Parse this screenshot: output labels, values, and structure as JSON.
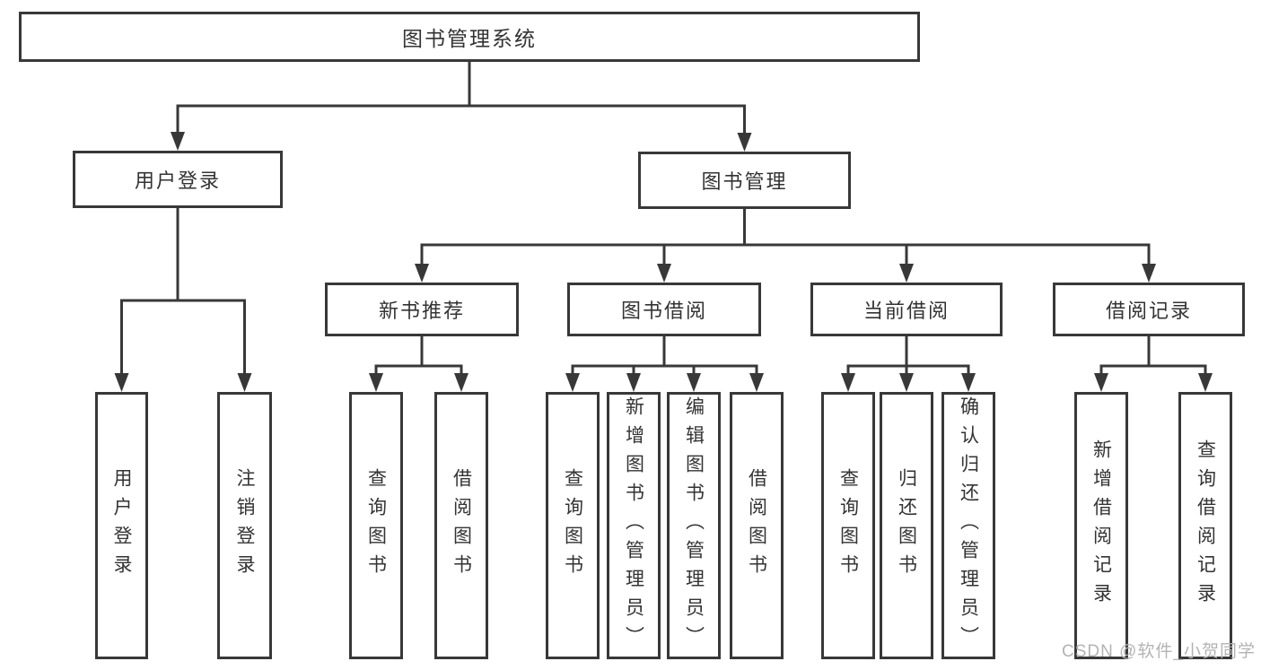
{
  "title": "图书管理系统",
  "nodes": [
    {
      "id": "root",
      "name": "library-management-system",
      "label": "图书管理系统",
      "parent": null
    },
    {
      "id": "login",
      "name": "user-login",
      "label": "用户登录",
      "parent": "root"
    },
    {
      "id": "mgmt",
      "name": "book-management",
      "label": "图书管理",
      "parent": "root"
    },
    {
      "id": "rec",
      "name": "new-book-recommend",
      "label": "新书推荐",
      "parent": "mgmt"
    },
    {
      "id": "bor",
      "name": "book-borrowing",
      "label": "图书借阅",
      "parent": "mgmt"
    },
    {
      "id": "cur",
      "name": "current-borrowing",
      "label": "当前借阅",
      "parent": "mgmt"
    },
    {
      "id": "recd",
      "name": "borrowing-records",
      "label": "借阅记录",
      "parent": "mgmt"
    },
    {
      "id": "ul",
      "name": "user-login-action",
      "label": "用户登录",
      "parent": "login"
    },
    {
      "id": "lo",
      "name": "logout-action",
      "label": "注销登录",
      "parent": "login"
    },
    {
      "id": "q1",
      "name": "query-books-recommend",
      "label": "查询图书",
      "parent": "rec"
    },
    {
      "id": "b1",
      "name": "borrow-books-recommend",
      "label": "借阅图书",
      "parent": "rec"
    },
    {
      "id": "q2",
      "name": "query-books-borrowing",
      "label": "查询图书",
      "parent": "bor"
    },
    {
      "id": "ad",
      "name": "add-books-admin",
      "label": "新增图书（管理员）",
      "parent": "bor"
    },
    {
      "id": "ed",
      "name": "edit-books-admin",
      "label": "编辑图书（管理员）",
      "parent": "bor"
    },
    {
      "id": "b2",
      "name": "borrow-books-borrowing",
      "label": "借阅图书",
      "parent": "bor"
    },
    {
      "id": "q3",
      "name": "query-books-current",
      "label": "查询图书",
      "parent": "cur"
    },
    {
      "id": "rt",
      "name": "return-books",
      "label": "归还图书",
      "parent": "cur"
    },
    {
      "id": "cf",
      "name": "confirm-return-admin",
      "label": "确认归还（管理员）",
      "parent": "cur"
    },
    {
      "id": "ar",
      "name": "add-borrow-record",
      "label": "新增借阅记录",
      "parent": "recd"
    },
    {
      "id": "qr",
      "name": "query-borrow-record",
      "label": "查询借阅记录",
      "parent": "recd"
    }
  ],
  "watermark": {
    "text": "CSDN @软件_小贺同学"
  },
  "colors": {
    "line": "#383838",
    "box_border": "#383838",
    "text": "#333333",
    "background": "#ffffff",
    "watermark": "#b3b3b3"
  }
}
